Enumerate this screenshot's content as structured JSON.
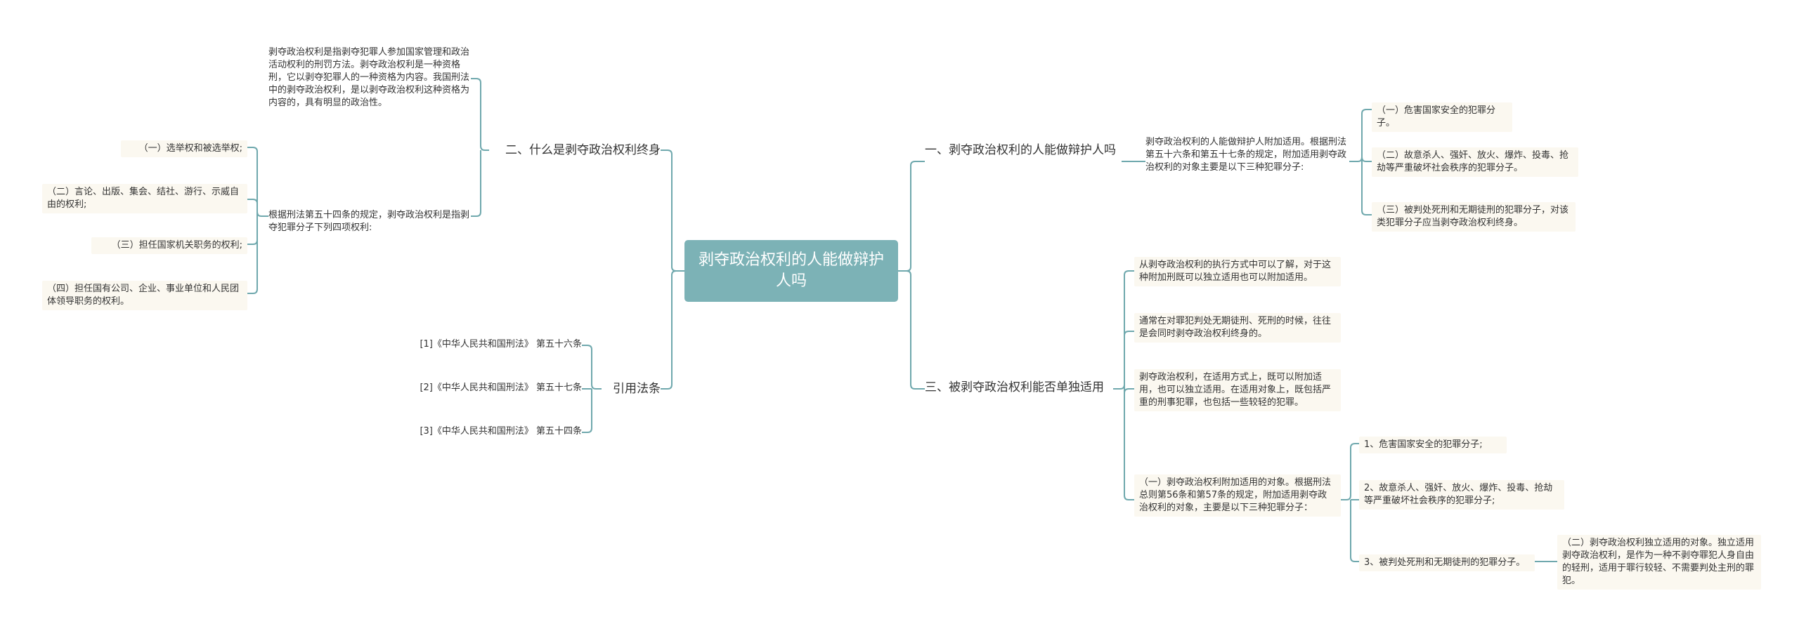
{
  "root": "剥夺政治权利的人能做辩护人吗",
  "branches": {
    "b1": {
      "label": "一、剥夺政治权利的人能做辩护人吗",
      "desc": "剥夺政治权利的人能做辩护人附加适用。根据刑法第五十六条和第五十七条的规定，附加适用剥夺政治权利的对象主要是以下三种犯罪分子:",
      "items": [
        "（一）危害国家安全的犯罪分子。",
        "（二）故意杀人、强奸、放火、爆炸、投毒、抢劫等严重破坏社会秩序的犯罪分子。",
        "（三）被判处死刑和无期徒刑的犯罪分子，对该类犯罪分子应当剥夺政治权利终身。"
      ]
    },
    "b2": {
      "label": "二、什么是剥夺政治权利终身",
      "def": "剥夺政治权利是指剥夺犯罪人参加国家管理和政治活动权利的刑罚方法。剥夺政治权利是一种资格刑，它以剥夺犯罪人的一种资格为内容。我国刑法中的剥夺政治权利，是以剥夺政治权利这种资格为内容的，具有明显的政治性。",
      "basis": "根据刑法第五十四条的规定，剥夺政治权利是指剥夺犯罪分子下列四项权利:",
      "rights": [
        "（一）选举权和被选举权;",
        "（二）言论、出版、集会、结社、游行、示威自由的权利;",
        "（三）担任国家机关职务的权利;",
        "（四）担任国有公司、企业、事业单位和人民团体领导职务的权利。"
      ]
    },
    "b3": {
      "label": "三、被剥夺政治权利能否单独适用",
      "p1": "从剥夺政治权利的执行方式中可以了解，对于这种附加刑既可以独立适用也可以附加适用。",
      "p2": "通常在对罪犯判处无期徒刑、死刑的时候，往往是会同时剥夺政治权利终身的。",
      "p3": "剥夺政治权利，在适用方式上，既可以附加适用，也可以独立适用。在适用对象上，既包括严重的刑事犯罪，也包括一些较轻的犯罪。",
      "p4": "（一）剥夺政治权利附加适用的对象。根据刑法总则第56条和第57条的规定，附加适用剥夺政治权利的对象，主要是以下三种犯罪分子：",
      "sub": [
        "1、危害国家安全的犯罪分子;",
        "2、故意杀人、强奸、放火、爆炸、投毒、抢劫等严重破坏社会秩序的犯罪分子;",
        "3、被判处死刑和无期徒刑的犯罪分子。"
      ],
      "indep": "（二）剥夺政治权利独立适用的对象。独立适用剥夺政治权利，是作为一种不剥夺罪犯人身自由的轻刑，适用于罪行较轻、不需要判处主刑的罪犯。"
    },
    "b4": {
      "label": "引用法条",
      "refs": [
        "[1]《中华人民共和国刑法》 第五十六条",
        "[2]《中华人民共和国刑法》 第五十七条",
        "[3]《中华人民共和国刑法》 第五十四条"
      ]
    }
  }
}
